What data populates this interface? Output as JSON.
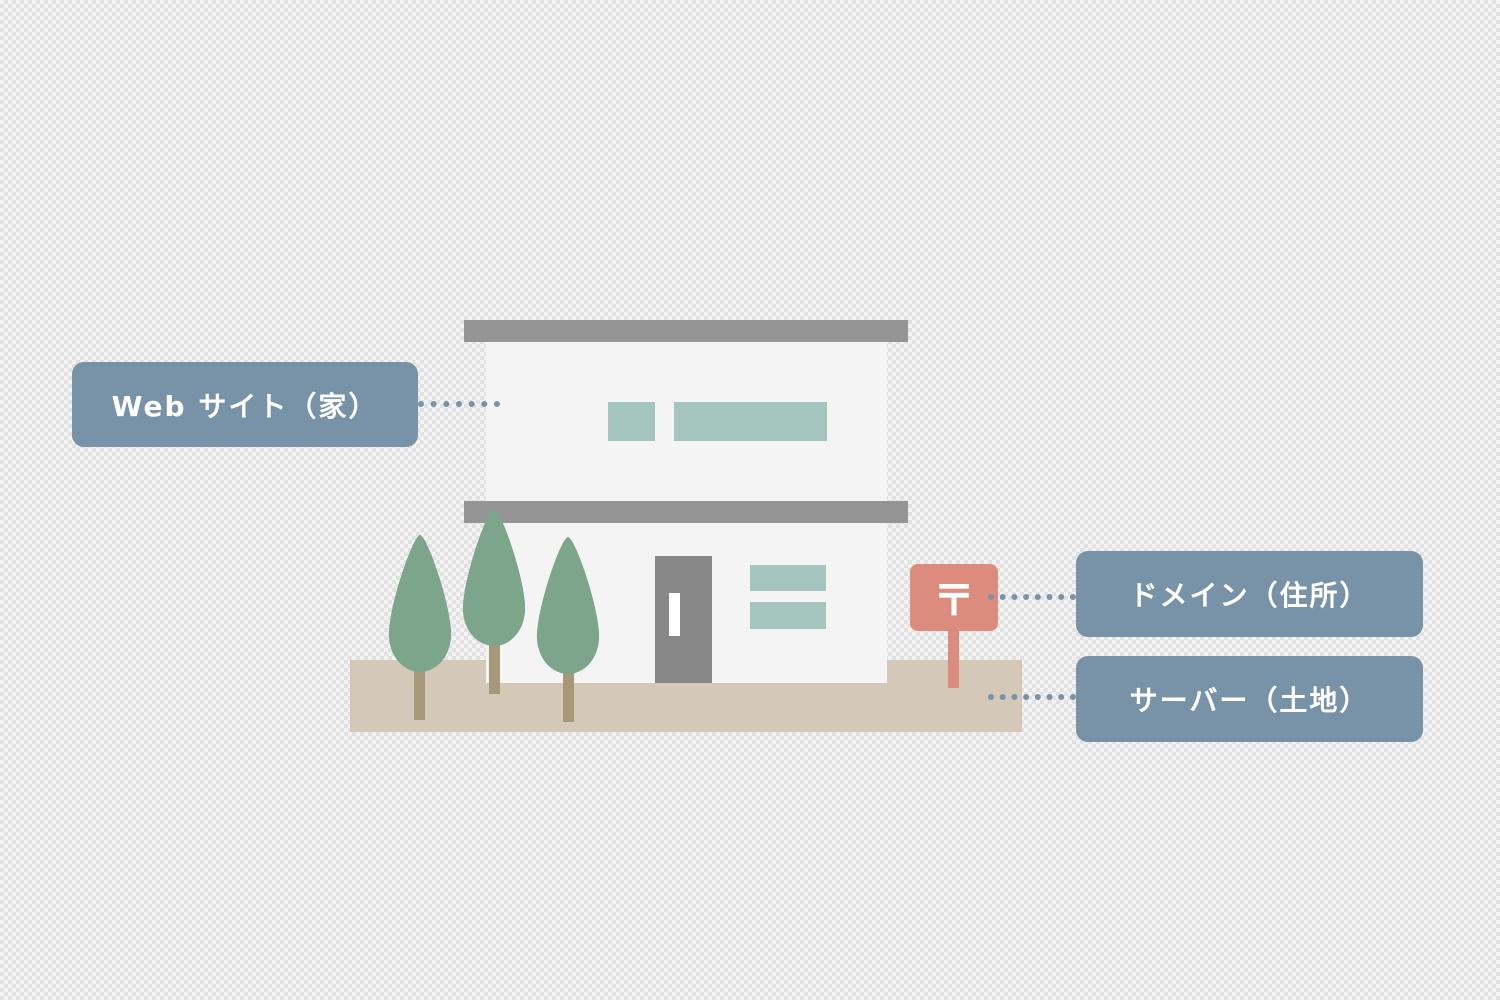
{
  "labels": {
    "website": "Web サイト（家）",
    "domain": "ドメイン（住所）",
    "server": "サーバー（土地）"
  },
  "icons": {
    "mailbox_symbol": "〒"
  },
  "colors": {
    "label_bg": "#7892a8",
    "label_text": "#ffffff",
    "ground": "#d4c8b9",
    "roof": "#959595",
    "wall": "#f4f4f4",
    "window": "#a4c5bd",
    "door": "#878787",
    "tree_foliage": "#7ca58b",
    "tree_trunk": "#a69878",
    "mailbox": "#dc8c7c"
  }
}
